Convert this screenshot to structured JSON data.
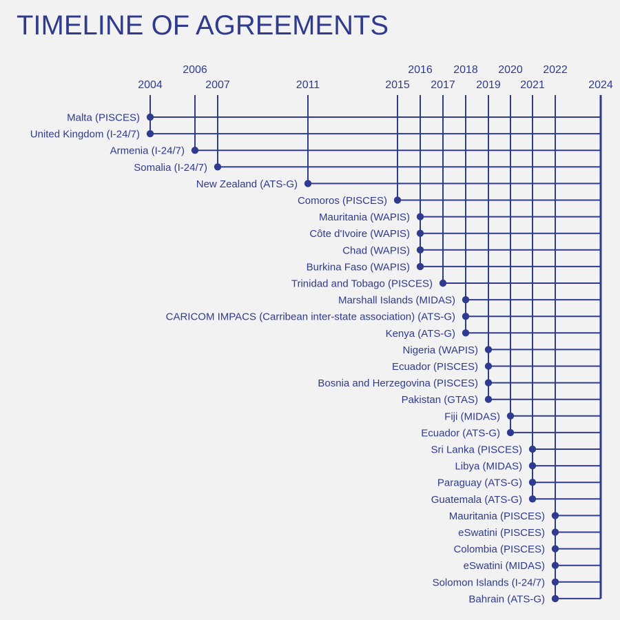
{
  "chart_data": {
    "type": "timeline",
    "title": "TIMELINE OF AGREEMENTS",
    "color": "#2e3b8f",
    "background": "#f2f2f2",
    "end_year": 2024,
    "year_ticks": [
      2004,
      2006,
      2007,
      2011,
      2015,
      2016,
      2017,
      2018,
      2019,
      2020,
      2021,
      2022,
      2024
    ],
    "entries": [
      {
        "label": "Malta (PISCES)",
        "year": 2004
      },
      {
        "label": "United Kingdom (I-24/7)",
        "year": 2004
      },
      {
        "label": "Armenia (I-24/7)",
        "year": 2006
      },
      {
        "label": "Somalia (I-24/7)",
        "year": 2007
      },
      {
        "label": "New Zealand (ATS-G)",
        "year": 2011
      },
      {
        "label": "Comoros (PISCES)",
        "year": 2015
      },
      {
        "label": "Mauritania (WAPIS)",
        "year": 2016
      },
      {
        "label": "Côte d'Ivoire (WAPIS)",
        "year": 2016
      },
      {
        "label": "Chad (WAPIS)",
        "year": 2016
      },
      {
        "label": "Burkina Faso (WAPIS)",
        "year": 2016
      },
      {
        "label": "Trinidad and Tobago (PISCES)",
        "year": 2017
      },
      {
        "label": "Marshall Islands (MIDAS)",
        "year": 2018
      },
      {
        "label": "CARICOM IMPACS (Carribean inter-state association) (ATS-G)",
        "year": 2018
      },
      {
        "label": "Kenya (ATS-G)",
        "year": 2018
      },
      {
        "label": "Nigeria (WAPIS)",
        "year": 2019
      },
      {
        "label": "Ecuador (PISCES)",
        "year": 2019
      },
      {
        "label": "Bosnia and Herzegovina (PISCES)",
        "year": 2019
      },
      {
        "label": "Pakistan (GTAS)",
        "year": 2019
      },
      {
        "label": "Fiji (MIDAS)",
        "year": 2020
      },
      {
        "label": "Ecuador (ATS-G)",
        "year": 2020
      },
      {
        "label": "Sri Lanka (PISCES)",
        "year": 2021
      },
      {
        "label": "Libya (MIDAS)",
        "year": 2021
      },
      {
        "label": "Paraguay (ATS-G)",
        "year": 2021
      },
      {
        "label": "Guatemala (ATS-G)",
        "year": 2021
      },
      {
        "label": "Mauritania (PISCES)",
        "year": 2022
      },
      {
        "label": "eSwatini (PISCES)",
        "year": 2022
      },
      {
        "label": "Colombia (PISCES)",
        "year": 2022
      },
      {
        "label": "eSwatini (MIDAS)",
        "year": 2022
      },
      {
        "label": "Solomon Islands (I-24/7)",
        "year": 2022
      },
      {
        "label": "Bahrain (ATS-G)",
        "year": 2022
      }
    ]
  }
}
